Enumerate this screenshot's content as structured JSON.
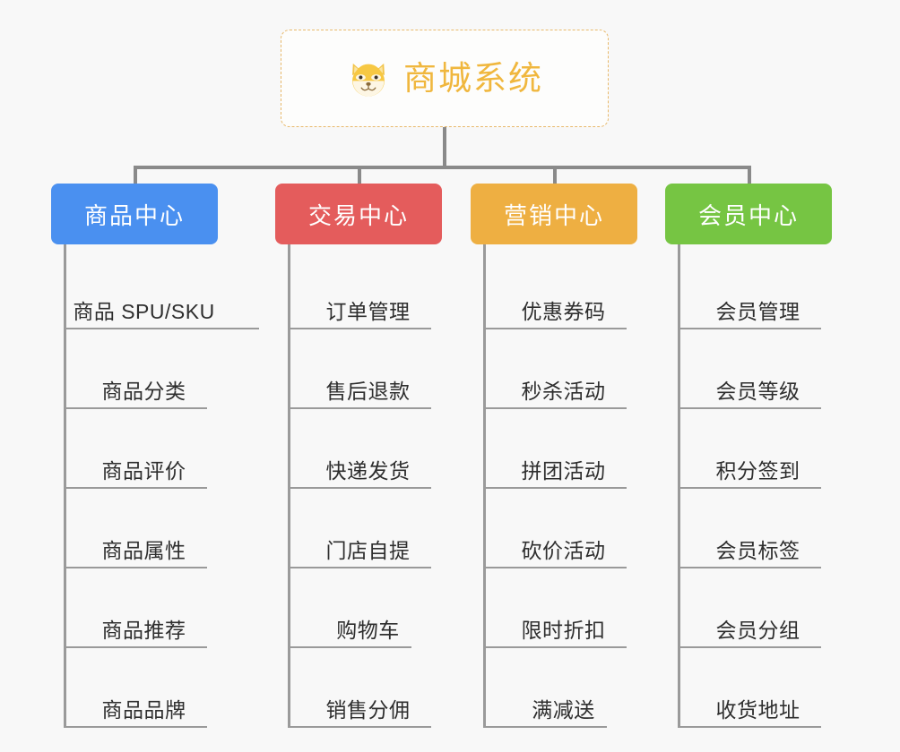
{
  "diagram": {
    "title": "商城系统",
    "root": {
      "label": "商城系统",
      "icon": "shiba-dog-face-icon",
      "border_color": "#e8b96b",
      "text_color": "#f0b73e",
      "background": "#fdfdfc"
    },
    "background": "#f8f8f8",
    "connector_color": "#8a8a8a",
    "leaf_text_color": "#2e2e2e",
    "columns": [
      {
        "label": "商品中心",
        "color": "#4a90f0",
        "items": [
          "商品 SPU/SKU",
          "商品分类",
          "商品评价",
          "商品属性",
          "商品推荐",
          "商品品牌"
        ]
      },
      {
        "label": "交易中心",
        "color": "#e45c5c",
        "items": [
          "订单管理",
          "售后退款",
          "快递发货",
          "门店自提",
          "购物车",
          "销售分佣"
        ]
      },
      {
        "label": "营销中心",
        "color": "#eeaf42",
        "items": [
          "优惠券码",
          "秒杀活动",
          "拼团活动",
          "砍价活动",
          "限时折扣",
          "满减送"
        ]
      },
      {
        "label": "会员中心",
        "color": "#76c543",
        "items": [
          "会员管理",
          "会员等级",
          "积分签到",
          "会员标签",
          "会员分组",
          "收货地址"
        ]
      }
    ]
  }
}
